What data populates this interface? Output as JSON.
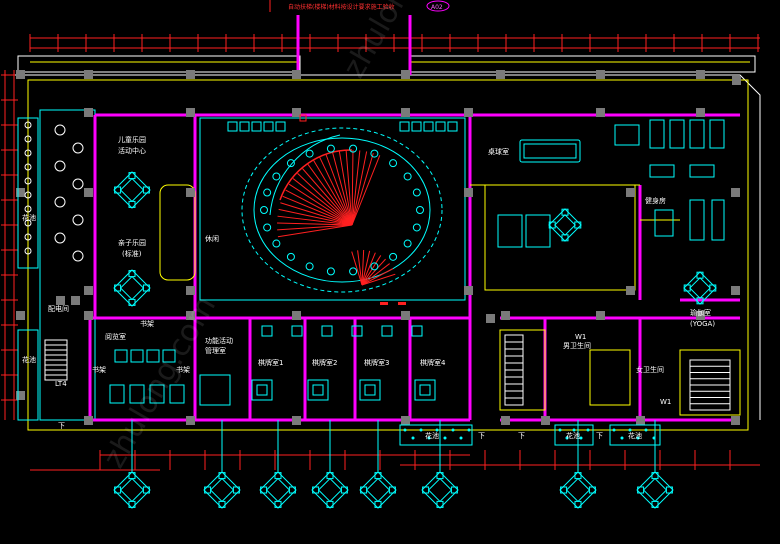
{
  "header_note": "自动扶梯(楼梯)材料按设计要求施工验收",
  "header_badge": "A02",
  "rooms": {
    "kids_activity": "儿童乐园活动中心",
    "parent_child": "亲子乐园",
    "parent_child_sub": "(标准)",
    "reading": "阅览室",
    "bookshelf_top": "书架",
    "bookshelf_left": "书架",
    "bookshelf_right": "书架",
    "function_activity": "功能活动管理室",
    "chess1": "棋牌室1",
    "chess2": "棋牌室2",
    "chess3": "棋牌室3",
    "chess4": "棋牌室4",
    "billiards": "桌球室",
    "gym": "健身房",
    "yoga": "瑜伽室",
    "yoga_en": "(YOGA)",
    "male_wc": "男卫生间",
    "female_wc": "女卫生间",
    "w1a": "W1",
    "w1b": "W1",
    "lt4": "LT4",
    "electrical": "配电间",
    "flower_left": "花池",
    "flower_left2": "花池",
    "flower_b1": "花池",
    "flower_b2": "花池",
    "flower_b3": "花池",
    "lounge": "休闲",
    "down1": "下",
    "down2": "下",
    "down3": "下",
    "down4": "下"
  },
  "watermark": "zhulong.com",
  "colors": {
    "wall": "#ff00ff",
    "column": "#808080",
    "furniture": "#00ffff",
    "dimension": "#ff2020",
    "outline": "#ffff00",
    "text": "#ffffff"
  }
}
